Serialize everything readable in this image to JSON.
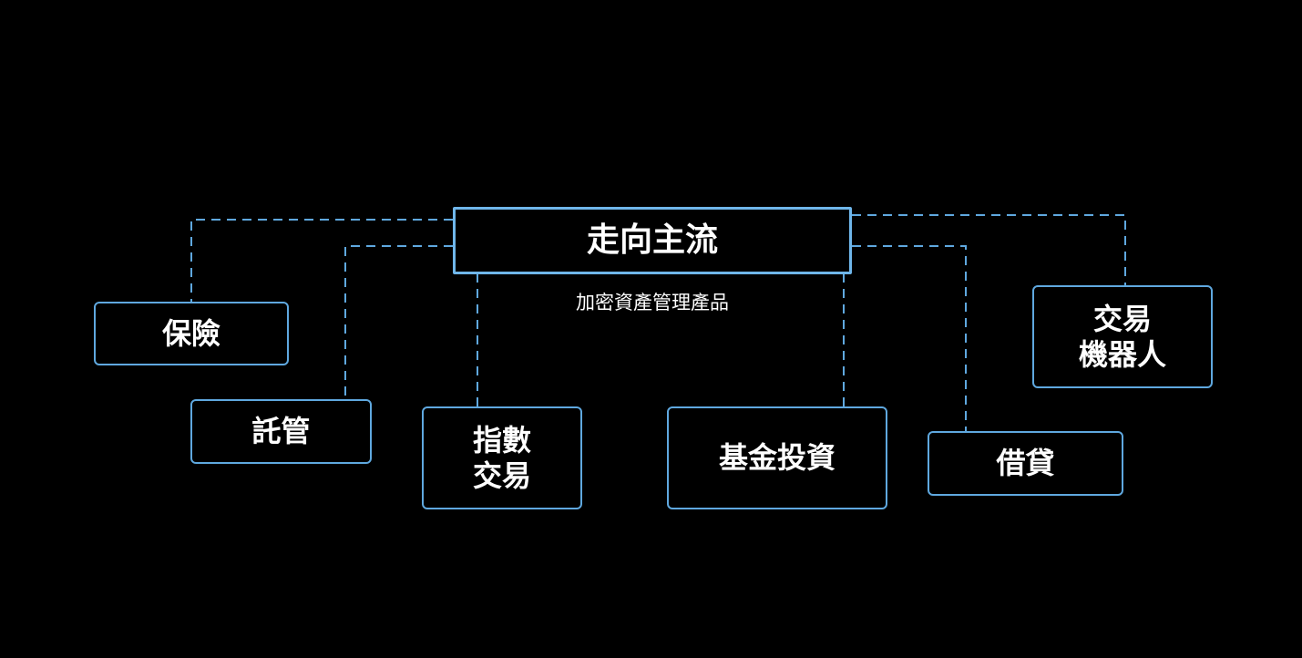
{
  "diagram": {
    "root": {
      "title": "走向主流",
      "subtitle": "加密資產管理產品"
    },
    "nodes": {
      "insurance": "保險",
      "custody": "託管",
      "index_trading": [
        "指數",
        "交易"
      ],
      "fund_investment": "基金投資",
      "lending": "借貸",
      "trading_bot": [
        "交易",
        "機器人"
      ]
    }
  },
  "colors": {
    "background": "#000000",
    "box_border": "#5fa8df",
    "connector": "#5fa8df",
    "text": "#ffffff"
  }
}
